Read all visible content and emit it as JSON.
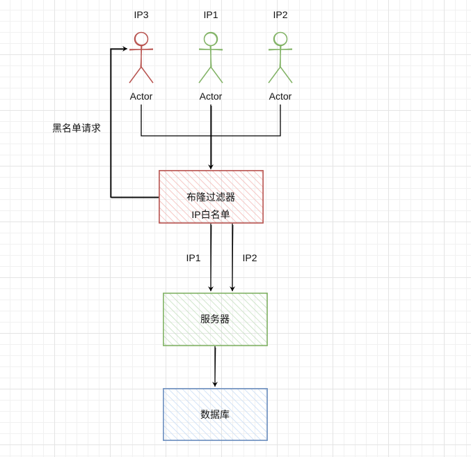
{
  "actors": [
    {
      "ip": "IP3",
      "label": "Actor",
      "color": "#b85450"
    },
    {
      "ip": "IP1",
      "label": "Actor",
      "color": "#82b366"
    },
    {
      "ip": "IP2",
      "label": "Actor",
      "color": "#82b366"
    }
  ],
  "blacklist_label": "黑名单请求",
  "filter": {
    "title": "布隆过滤器",
    "subtitle": "IP白名单",
    "stroke": "#b85450",
    "fill": "#f8cecc"
  },
  "edge_labels": {
    "left": "IP1",
    "right": "IP2"
  },
  "server": {
    "title": "服务器",
    "stroke": "#82b366",
    "fill": "#d5e8d4"
  },
  "database": {
    "title": "数据库",
    "stroke": "#6c8ebf",
    "fill": "#dae8fc"
  }
}
